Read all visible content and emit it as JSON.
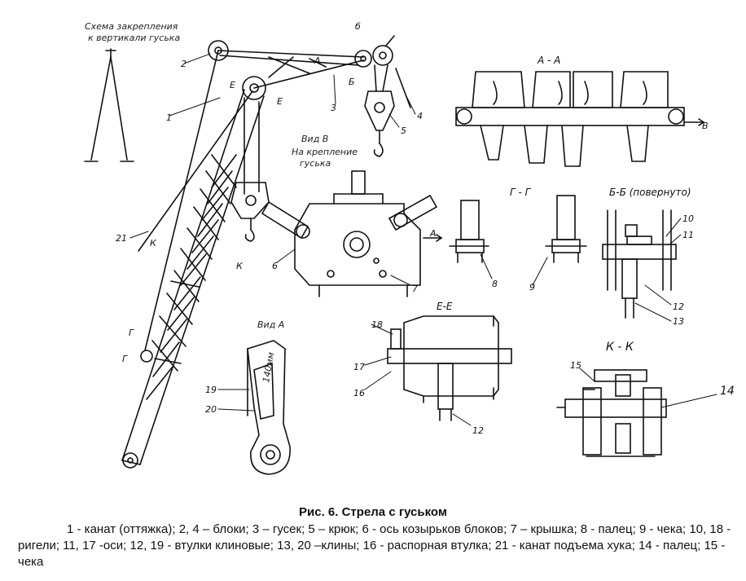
{
  "figure": {
    "caption": "Рис. 6. Стрела с гуськом",
    "legend": "1 - канат (оттяжка); 2, 4 – блоки; 3 – гусек; 5 – крюк; 6 - ось козырьков блоков; 7 – крышка; 8 - палец; 9 - чека; 10, 18 - ригели; 11, 17 -оси; 12, 19 - втулки клиновые; 13, 20 –клины; 16 - распорная втулка; 21 - канат подъема хука; 14 - палец; 15 - чека"
  },
  "handwriting": {
    "top_left_note_line1": "Схема закрепления",
    "top_left_note_line2": "к вертикали гуська",
    "view_b_line1": "Вид В",
    "view_b_line2": "На крепление",
    "view_b_line3": "гуська",
    "view_a": "Вид А",
    "dim_140": "140мм"
  },
  "sections": {
    "a_a": "А - А",
    "g_g": "Г - Г",
    "b_b": "Б-Б (повернуто)",
    "e_e": "Е-Е",
    "k_k": "К - К"
  },
  "letters": {
    "A": "А",
    "B_cyr": "Б",
    "b6": "б",
    "V": "В",
    "V2": "В",
    "E1": "Е",
    "E2": "Е",
    "K1": "К",
    "K2": "К",
    "G1": "Г",
    "G2": "Г",
    "A2": "А"
  },
  "numbers": {
    "n1": "1",
    "n2": "2",
    "n3": "3",
    "n4": "4",
    "n5": "5",
    "n6": "6",
    "n7": "7",
    "n8": "8",
    "n9": "9",
    "n10": "10",
    "n11": "11",
    "n12": "12",
    "n13": "13",
    "n14": "14",
    "n15": "15",
    "n16": "16",
    "n17": "17",
    "n18": "18",
    "n19": "19",
    "n20": "20",
    "n21": "21",
    "n12b": "12"
  }
}
